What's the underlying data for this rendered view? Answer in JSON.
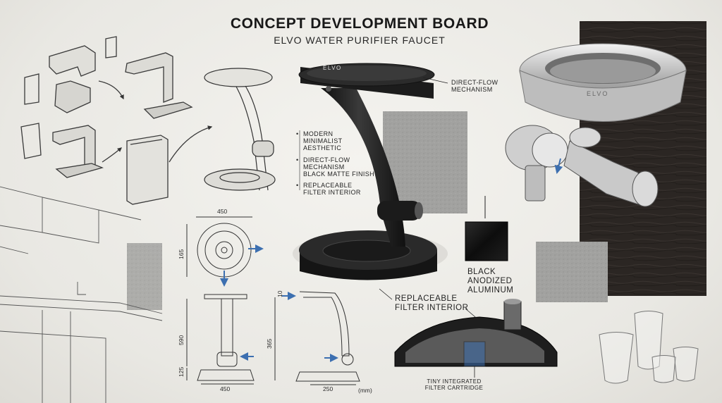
{
  "title": "CONCEPT DEVELOPMENT BOARD",
  "subtitle": "ELVO WATER PURIFIER FAUCET",
  "brand_mark": "ELVO",
  "callouts": {
    "direct_flow": [
      "DIRECT-FLOW",
      "MECHANISM"
    ],
    "features": [
      [
        "MODERN",
        "MINIMALIST",
        "AESTHETIC"
      ],
      [
        "DIRECT-FLOW",
        "MECHANISM",
        "BLACK MATTE FINISH"
      ],
      [
        "REPLACEABLE",
        "FILTER INTERIOR"
      ]
    ],
    "material": [
      "BLACK",
      "ANODIZED",
      "ALUMINUM"
    ],
    "filter_interior": [
      "REPLACEABLE",
      "FILTER INTERIOR"
    ],
    "cartridge": [
      "TINY INTEGRATED",
      "FILTER CARTRIDGE"
    ]
  },
  "dimensions": {
    "top_width": "450",
    "top_depth": "165",
    "front_height": "590",
    "front_base_height": "125",
    "front_base_width": "450",
    "side_top": "10",
    "side_height": "365",
    "side_base_width": "250",
    "unit": "(mm)"
  },
  "colors": {
    "body_black": "#1e1e1e",
    "sketch_line": "#3a3a3a",
    "accent_blue": "#3c6fb0",
    "wood_dark": "#2b2623",
    "concrete": "#9a9a98"
  }
}
